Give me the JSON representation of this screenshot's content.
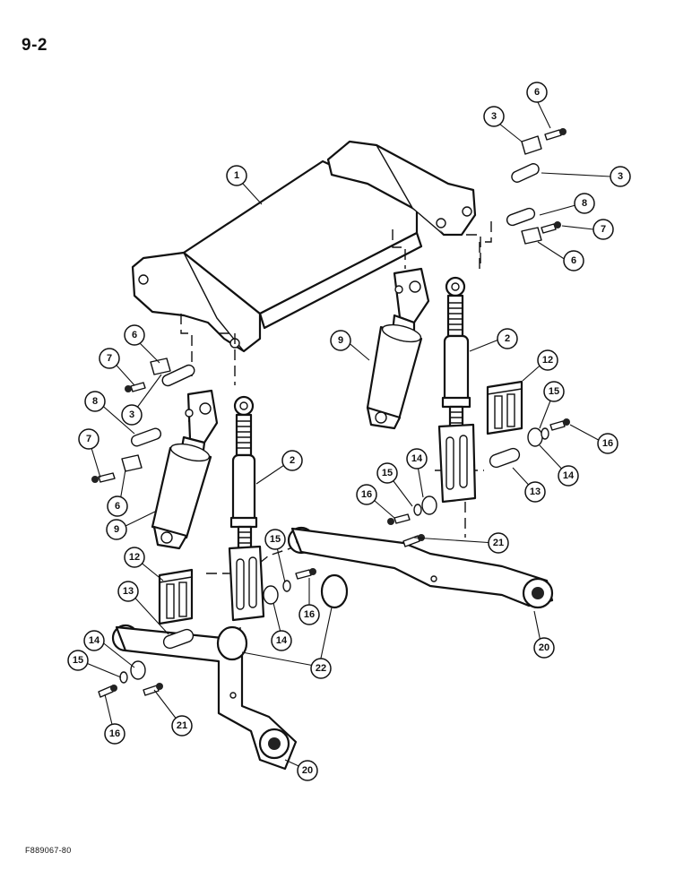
{
  "page_number": "9-2",
  "figure_code": "F889067-80",
  "callouts": [
    "1",
    "2",
    "3",
    "6",
    "7",
    "8",
    "9",
    "12",
    "13",
    "14",
    "15",
    "16",
    "20",
    "21",
    "22"
  ]
}
